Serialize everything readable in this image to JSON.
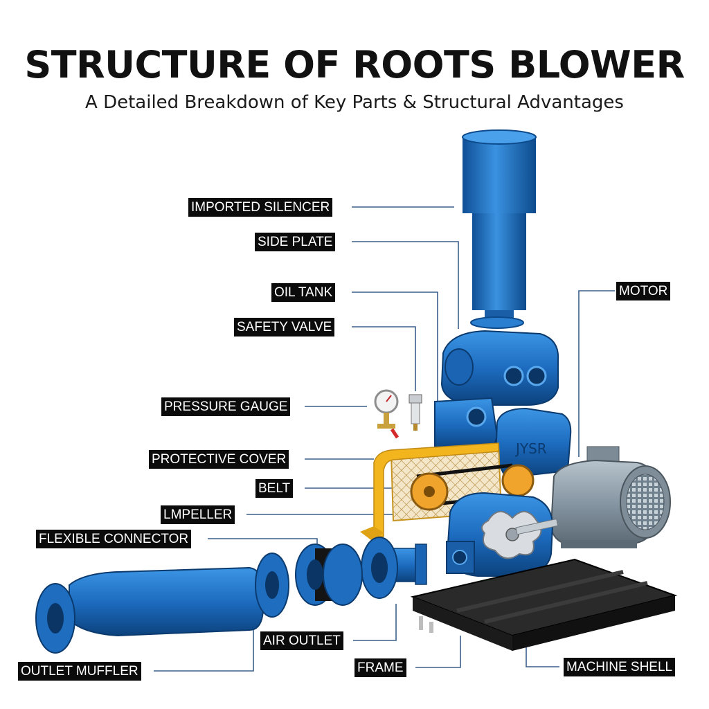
{
  "header": {
    "title": "STRUCTURE OF ROOTS BLOWER",
    "subtitle": "A Detailed Breakdown of Key Parts & Structural Advantages"
  },
  "labels": {
    "imported_silencer": "IMPORTED SILENCER",
    "side_plate": "SIDE PLATE",
    "oil_tank": "OIL TANK",
    "safety_valve": "SAFETY VALVE",
    "pressure_gauge": "PRESSURE GAUGE",
    "protective_cover": "PROTECTIVE COVER",
    "belt": "BELT",
    "impeller": "LMPELLER",
    "flexible_connector": "FLEXIBLE CONNECTOR",
    "motor": "MOTOR",
    "air_outlet": "AIR OUTLET",
    "frame": "FRAME",
    "outlet_muffler": "OUTLET MUFFLER",
    "machine_shell": "MACHINE SHELL"
  },
  "brand_mark": "JYSR",
  "colors": {
    "part_blue": "#1f6fc0",
    "cover_yellow": "#f3b51d",
    "motor_gray": "#8a9aa6",
    "frame_black": "#1b1b1b",
    "leader_line": "#3a5f8a"
  }
}
